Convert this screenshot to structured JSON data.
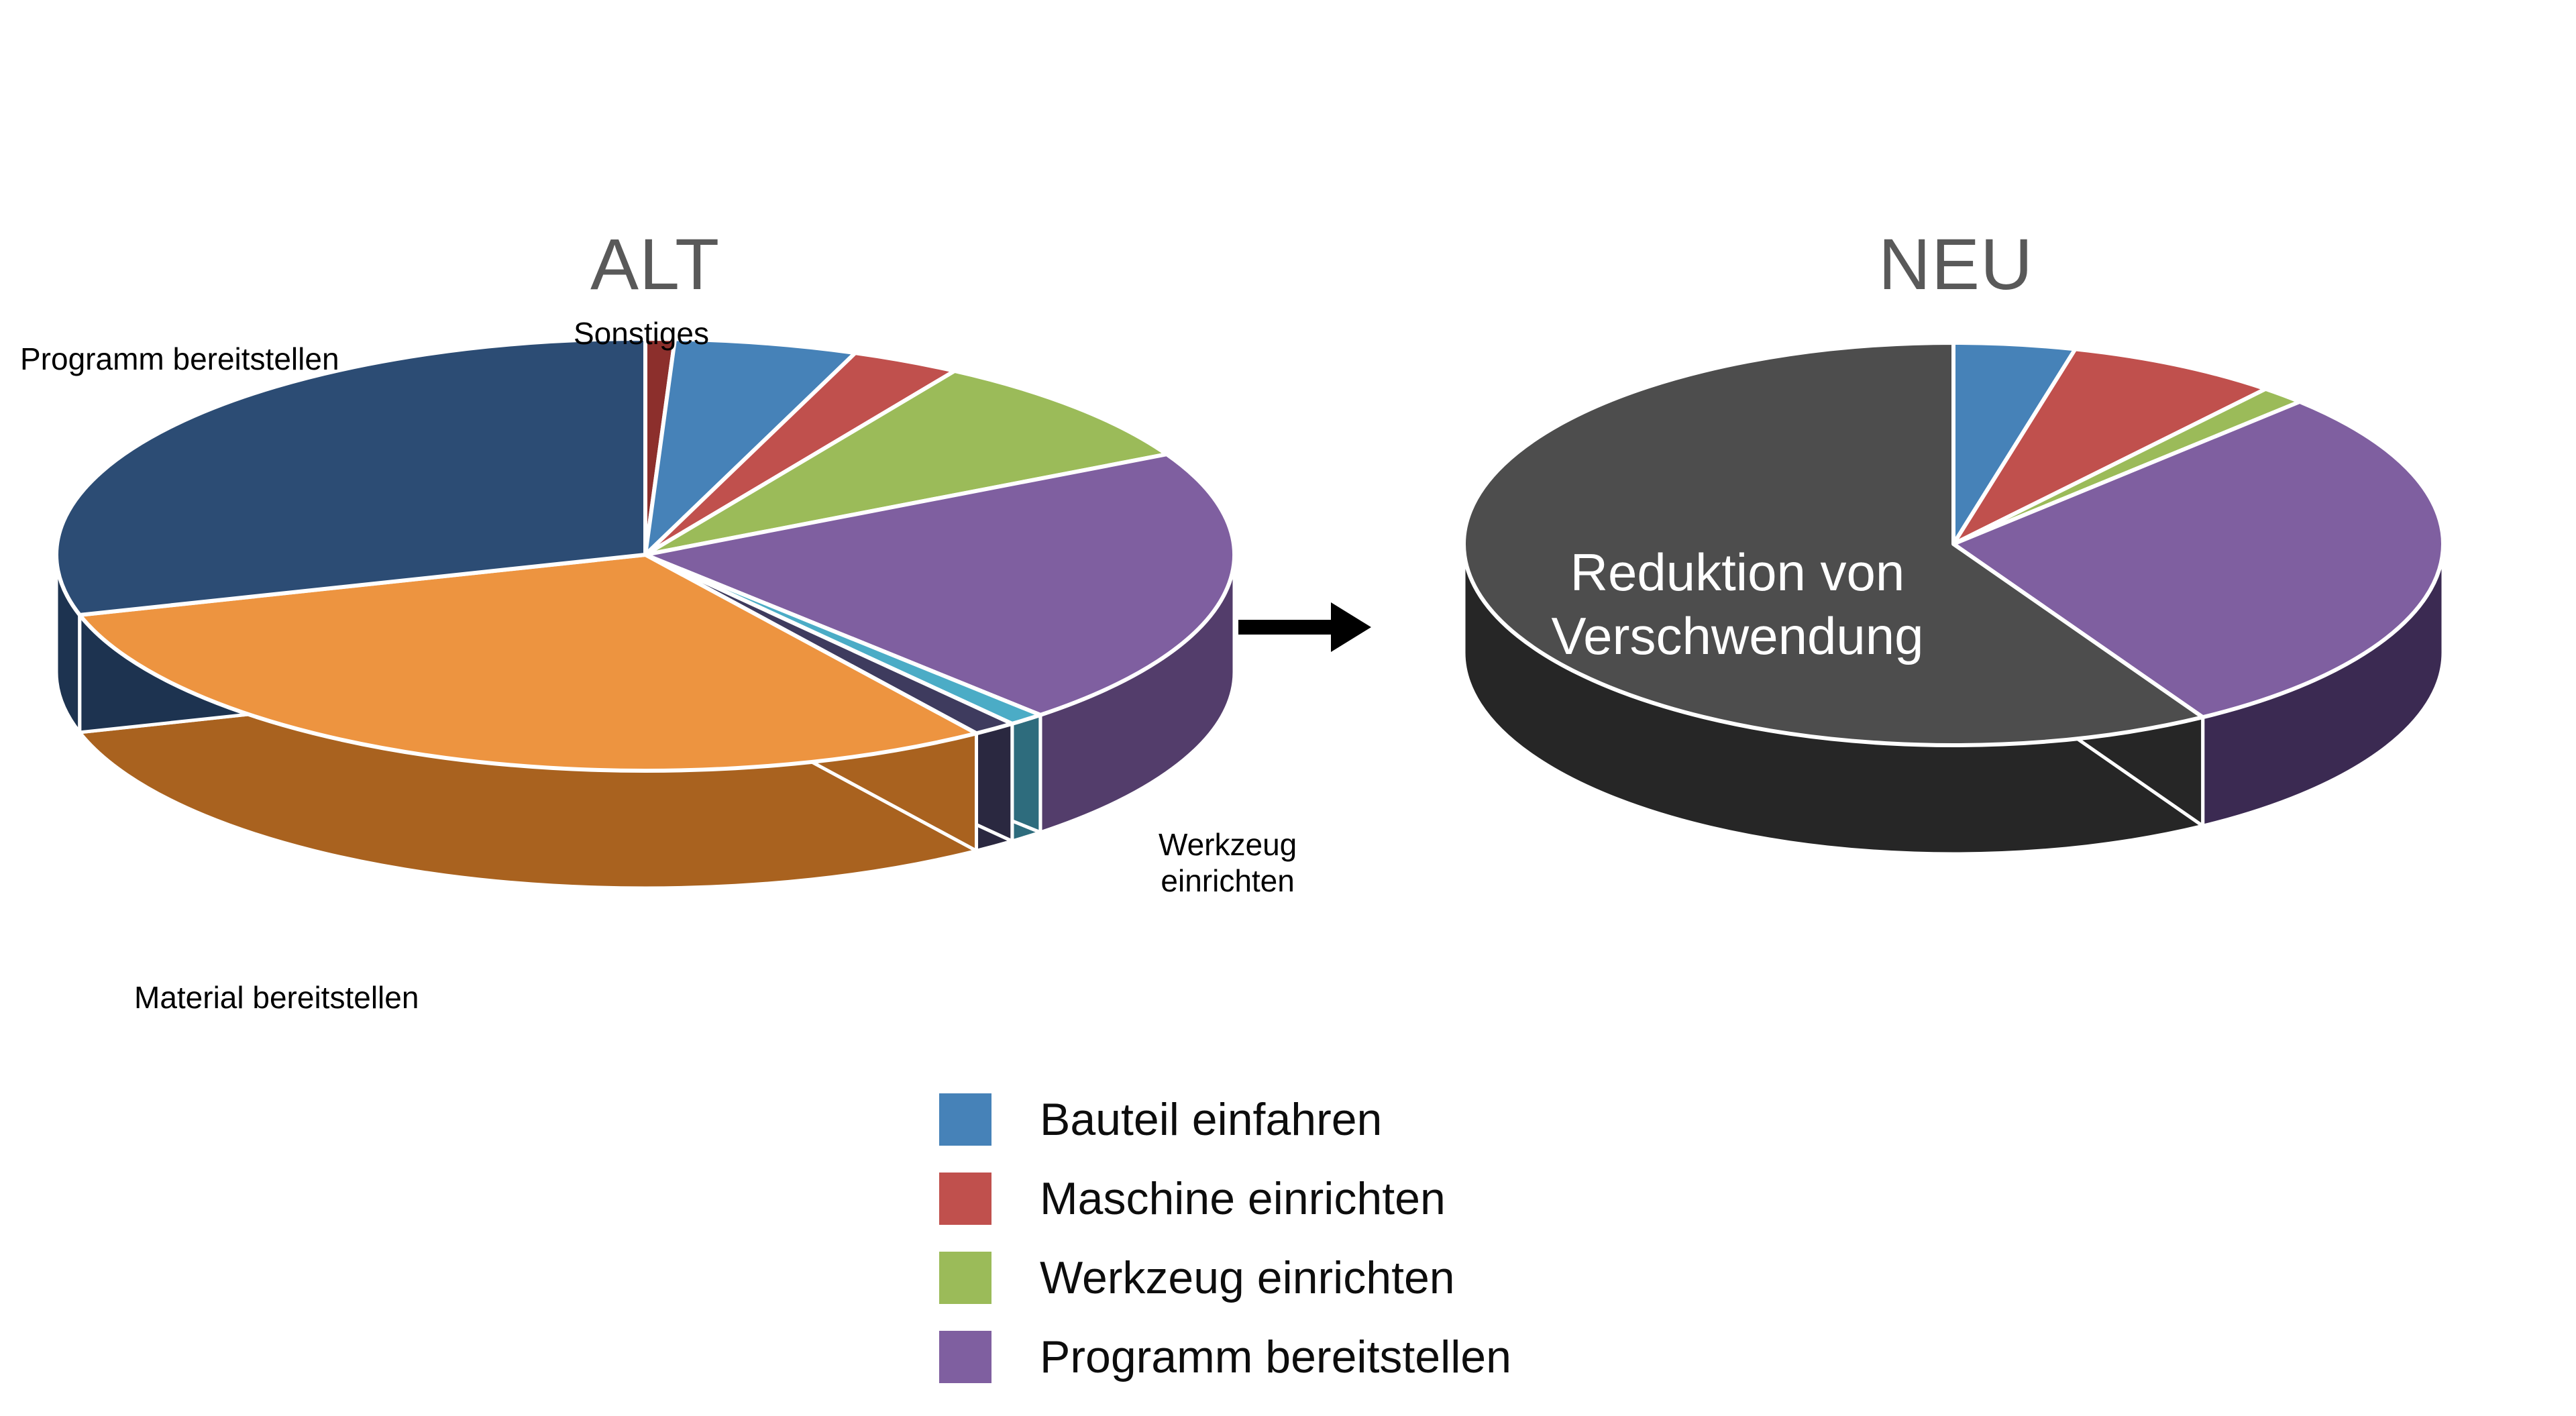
{
  "titles": {
    "alt": "ALT",
    "neu": "NEU"
  },
  "callouts": {
    "sonstiges": "Sonstiges",
    "programm": "Programm bereitstellen",
    "material": "Material bereitstellen",
    "werkzeug": "Werkzeug\neinrichten",
    "reduktion": "Reduktion von\nVerschwendung"
  },
  "arrow": {
    "name": "right-arrow",
    "glyph": "→"
  },
  "legend": {
    "items": [
      {
        "label": "Bauteil einfahren",
        "color": "#4682B8"
      },
      {
        "label": "Maschine einrichten",
        "color": "#C0504D"
      },
      {
        "label": "Werkzeug einrichten",
        "color": "#9BBB59"
      },
      {
        "label": "Programm bereitstellen",
        "color": "#7F5FA0"
      }
    ]
  },
  "chart_data": [
    {
      "type": "pie",
      "title": "ALT",
      "three_d": true,
      "start_angle": 0,
      "legend": [
        "Bauteil einfahren",
        "Maschine einrichten",
        "Werkzeug einrichten",
        "Programm bereitstellen"
      ],
      "labels": [
        "Sonstiges",
        "Bauteil einfahren",
        "Maschine einrichten",
        "Werkzeug einrichten",
        "Programm bereitstellen",
        "Sonstiges 2",
        "Werkzeug einrichten 2",
        "Material bereitstellen",
        "Programm bereitstellen 2"
      ],
      "values": [
        0.8,
        5.0,
        3.0,
        8.5,
        21.0,
        1.0,
        1.2,
        30.0,
        29.5
      ],
      "colors": [
        "#8C2F2C",
        "#4682B8",
        "#C0504D",
        "#9BBB59",
        "#7F5FA0",
        "#4BACC6",
        "#3E3B5E",
        "#ED9440",
        "#2C4C74"
      ],
      "side_colors": [
        "#5A1E1C",
        "#2E557A",
        "#7E3432",
        "#667B3A",
        "#533D6B",
        "#2E6C7D",
        "#2A2840",
        "#A9621F",
        "#1D3350"
      ],
      "annotations": [
        {
          "text": "Sonstiges",
          "position": "top-center"
        },
        {
          "text": "Programm bereitstellen",
          "position": "left"
        },
        {
          "text": "Material bereitstellen",
          "position": "bottom-left"
        },
        {
          "text": "Werkzeug einrichten",
          "position": "right"
        }
      ]
    },
    {
      "type": "pie",
      "title": "NEU",
      "three_d": true,
      "start_angle": 0,
      "legend": [
        "Bauteil einfahren",
        "Maschine einrichten",
        "Werkzeug einrichten",
        "Programm bereitstellen"
      ],
      "labels": [
        "Bauteil einfahren",
        "Maschine einrichten",
        "Werkzeug einrichten",
        "Programm bereitstellen",
        "Reduktion von Verschwendung"
      ],
      "values": [
        4.0,
        7.0,
        1.5,
        29.0,
        58.5
      ],
      "colors": [
        "#4682B8",
        "#C0504D",
        "#9BBB59",
        "#7F5FA0",
        "#4D4D4D"
      ],
      "side_colors": [
        "#2E557A",
        "#7E3432",
        "#667B3A",
        "#3B2A52",
        "#262626"
      ],
      "annotations": [
        {
          "text": "Reduktion von Verschwendung",
          "position": "center-left"
        }
      ]
    }
  ]
}
